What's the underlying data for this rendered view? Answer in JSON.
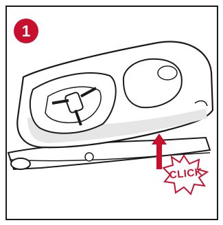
{
  "step": {
    "number": "1"
  },
  "callout": {
    "text": "CLICK"
  },
  "colors": {
    "accent": "#c8102e",
    "outline": "#1a1a1a",
    "fill": "#ffffff",
    "shadow": "#e6e6e6"
  },
  "icons": [
    "step-number-badge",
    "up-arrow-icon",
    "click-burst-icon",
    "car-seat-illustration"
  ]
}
